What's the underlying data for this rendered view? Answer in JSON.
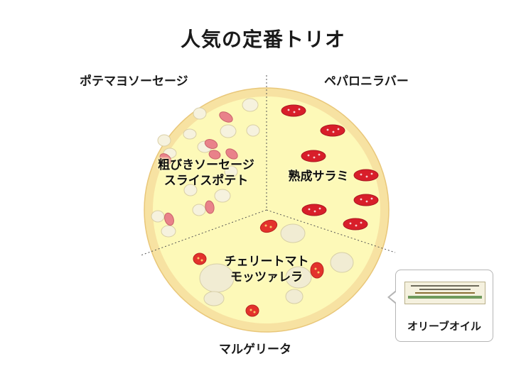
{
  "title": "人気の定番トリオ",
  "sections": {
    "top_left": "ポテマヨソーセージ",
    "top_right": "ペパロニラバー",
    "bottom": "マルゲリータ"
  },
  "slices": {
    "left": [
      "粗びきソーセージ",
      "スライスポテト"
    ],
    "right": "熟成サラミ",
    "bottom": [
      "チェリートマト",
      "モッツァレラ"
    ]
  },
  "callout": {
    "label": "オリーブオイル",
    "icon": "olive-oil-bottle-label-icon"
  },
  "colors": {
    "crust": "#f7e2a2",
    "cheese": "#fdf9b8",
    "salami": "#d81e2a",
    "sausage": "#e9828a",
    "potato": "#f6f2de",
    "tomato": "#e3322c",
    "mozzarella": "#f1ecd3"
  }
}
